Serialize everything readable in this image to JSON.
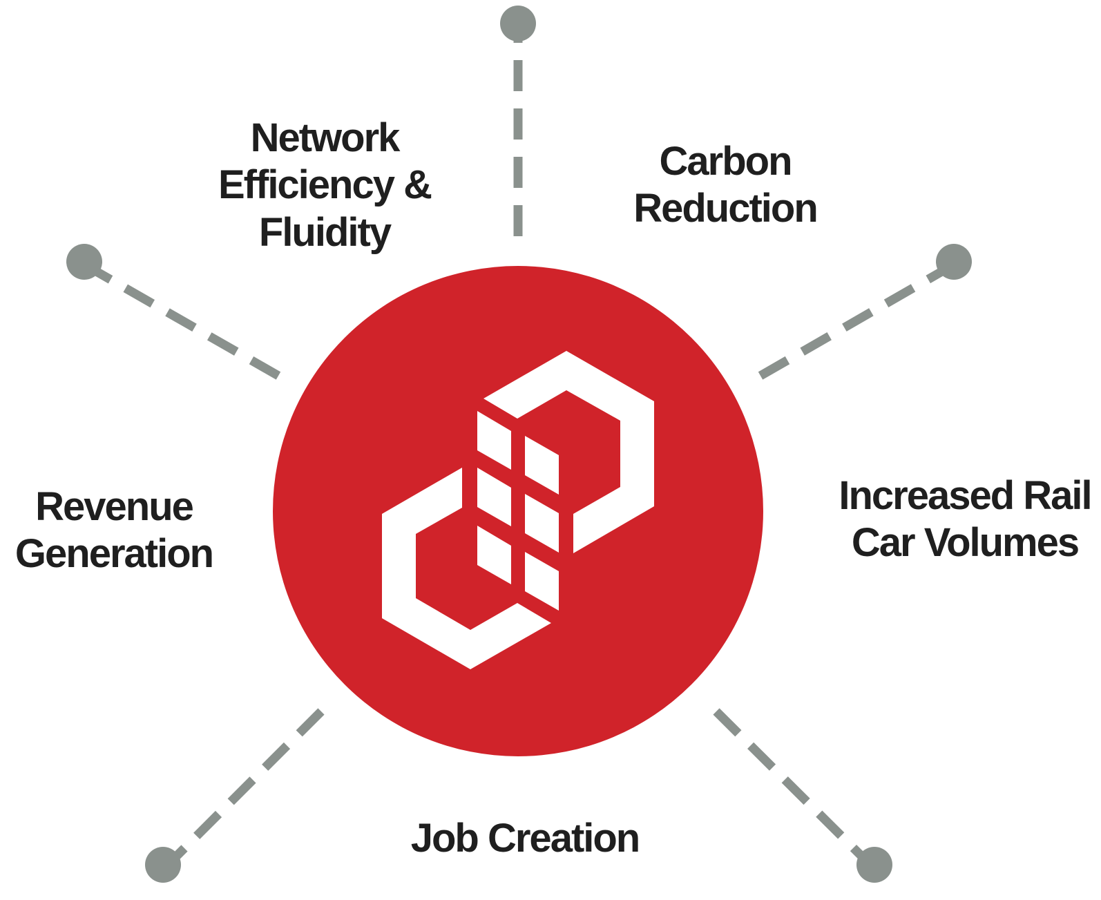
{
  "colors": {
    "hub_fill": "#d0232a",
    "logo": "#ffffff",
    "connector": "#8a918d",
    "label_text": "#1f1f1f",
    "background": "#ffffff"
  },
  "hub": {
    "icon": "cubes-logo-icon"
  },
  "benefits": [
    {
      "id": "network",
      "lines": [
        "Network",
        "Efficiency &",
        "Fluidity"
      ]
    },
    {
      "id": "carbon",
      "lines": [
        "Carbon",
        "Reduction"
      ]
    },
    {
      "id": "revenue",
      "lines": [
        "Revenue",
        "Generation"
      ]
    },
    {
      "id": "rail",
      "lines": [
        "Increased Rail",
        "Car Volumes"
      ]
    },
    {
      "id": "job",
      "lines": [
        "Job Creation"
      ]
    }
  ]
}
